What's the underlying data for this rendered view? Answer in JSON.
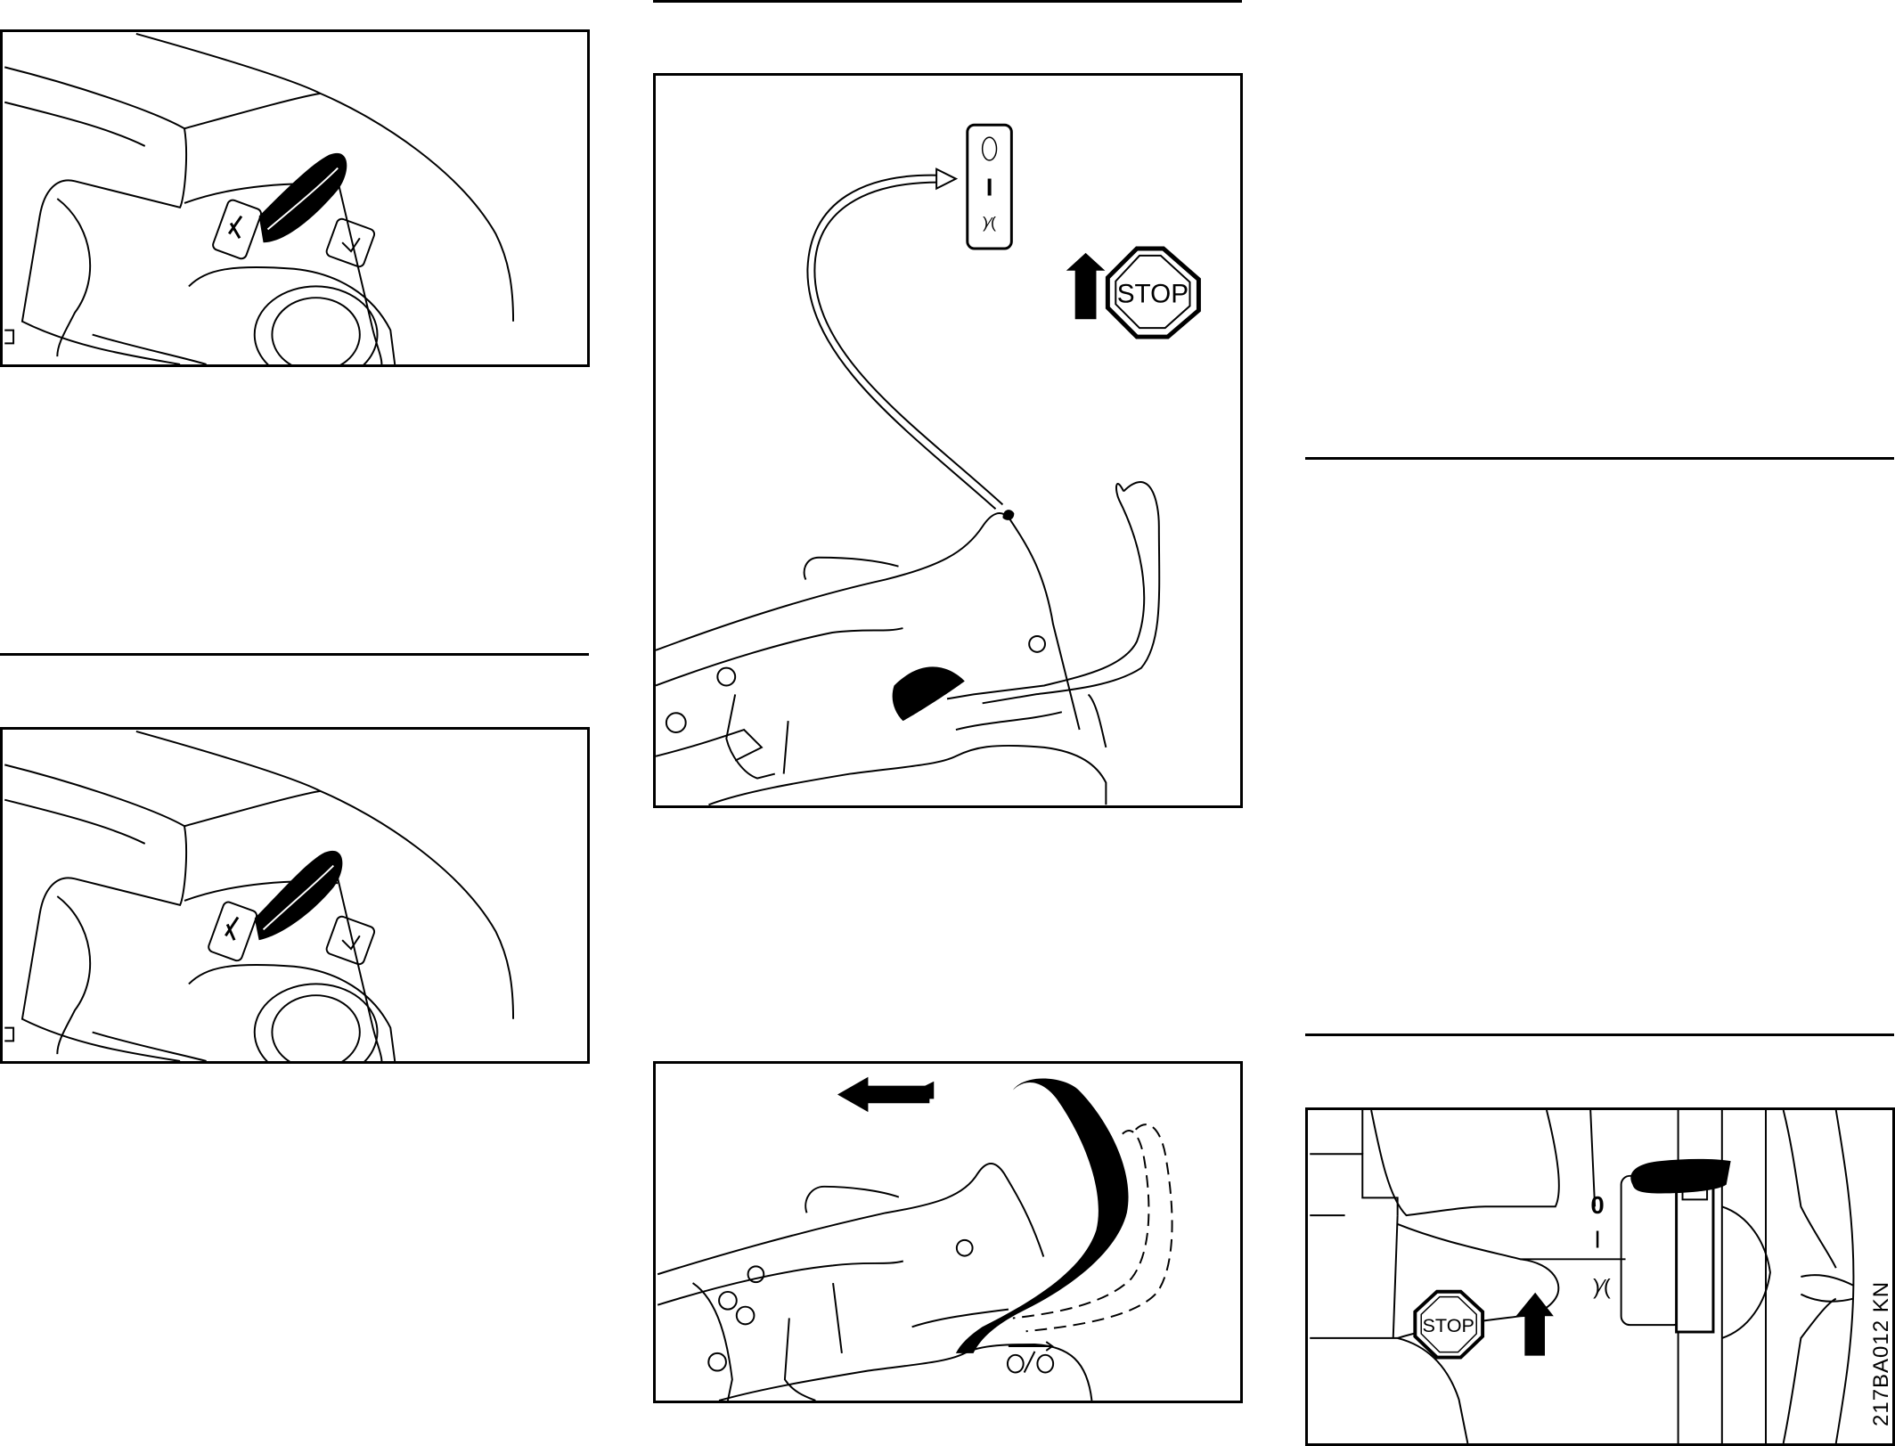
{
  "figures": {
    "top_left": {
      "icon_lever": "lever-icon",
      "icon_choke": "choke-icon"
    },
    "middle_left": {
      "icon_lever": "lever-icon",
      "icon_choke": "choke-icon"
    },
    "top_center": {
      "stop_sign": "STOP",
      "switch_labels": {
        "off": "0",
        "on": "I",
        "choke": ")⁄("
      }
    },
    "bottom_center": {
      "icon": "chain-brake-icon"
    },
    "bottom_right": {
      "stop_sign": "STOP",
      "switch_labels": {
        "off": "0",
        "on": "I",
        "choke": ")⁄("
      },
      "figure_code": "217BA012 KN"
    }
  },
  "colors": {
    "ink": "#000000",
    "paper": "#ffffff"
  }
}
